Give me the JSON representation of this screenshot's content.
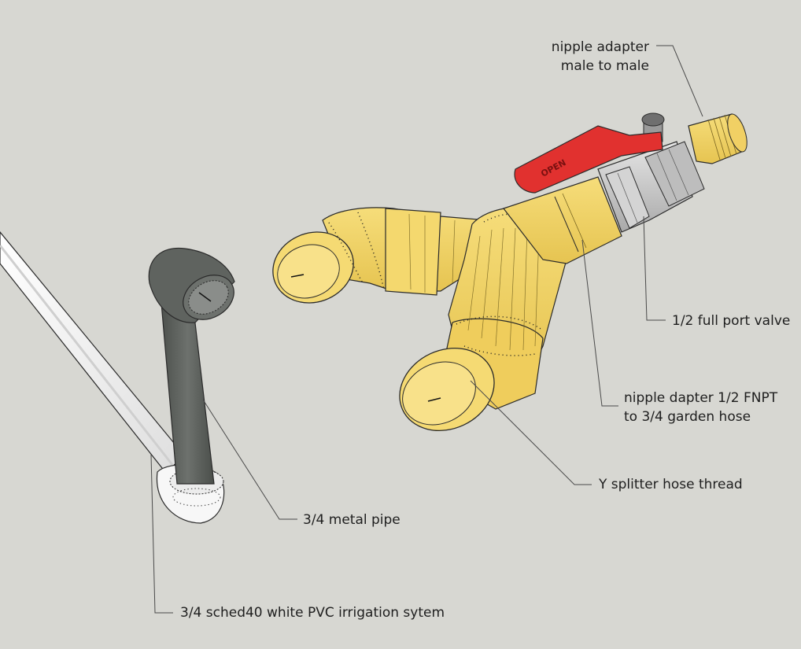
{
  "labels": {
    "nipple_adapter": [
      "nipple adapter",
      "male to male"
    ],
    "valve": "1/2 full port valve",
    "nipple_dapter_hose": [
      "nipple dapter 1/2 FNPT",
      "to 3/4 garden hose"
    ],
    "y_splitter": "Y splitter hose thread",
    "metal_pipe": "3/4 metal pipe",
    "pvc": "3/4 sched40 white PVC irrigation sytem"
  },
  "valve_handle_text": "OPEN",
  "colors": {
    "background": "#d7d7d2",
    "brass": "#f2d46a",
    "steel": "#c9c9c9",
    "handle_red": "#e1312f",
    "metal_pipe": "#5b5f5b",
    "pvc_white": "#fafafa"
  }
}
